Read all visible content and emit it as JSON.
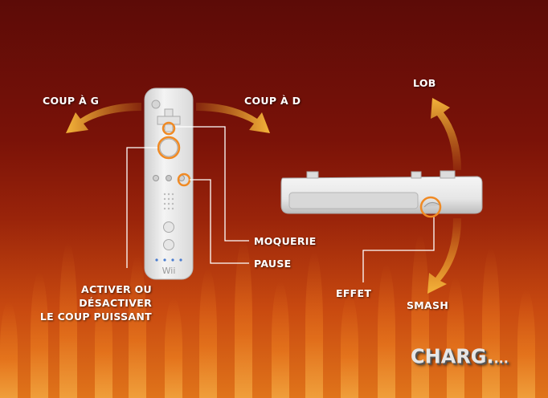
{
  "labels": {
    "swing_left": "COUP À G",
    "swing_right": "COUP À D",
    "lob": "LOB",
    "taunt": "MOQUERIE",
    "pause": "PAUSE",
    "effect": "EFFET",
    "smash": "SMASH",
    "power_shot_line1": "ACTIVER OU",
    "power_shot_line2": "DÉSACTIVER",
    "power_shot_line3": "LE COUP PUISSANT"
  },
  "remote_brand": "Wii",
  "loading": {
    "text": "CHARG.",
    "dots": "..."
  },
  "colors": {
    "arrow": "#e8a22a",
    "highlight": "#f08a24",
    "remote": "#eeeeee"
  },
  "icons": [
    "swing-left-arrow-icon",
    "swing-right-arrow-icon",
    "lob-arrow-icon",
    "smash-arrow-icon"
  ]
}
